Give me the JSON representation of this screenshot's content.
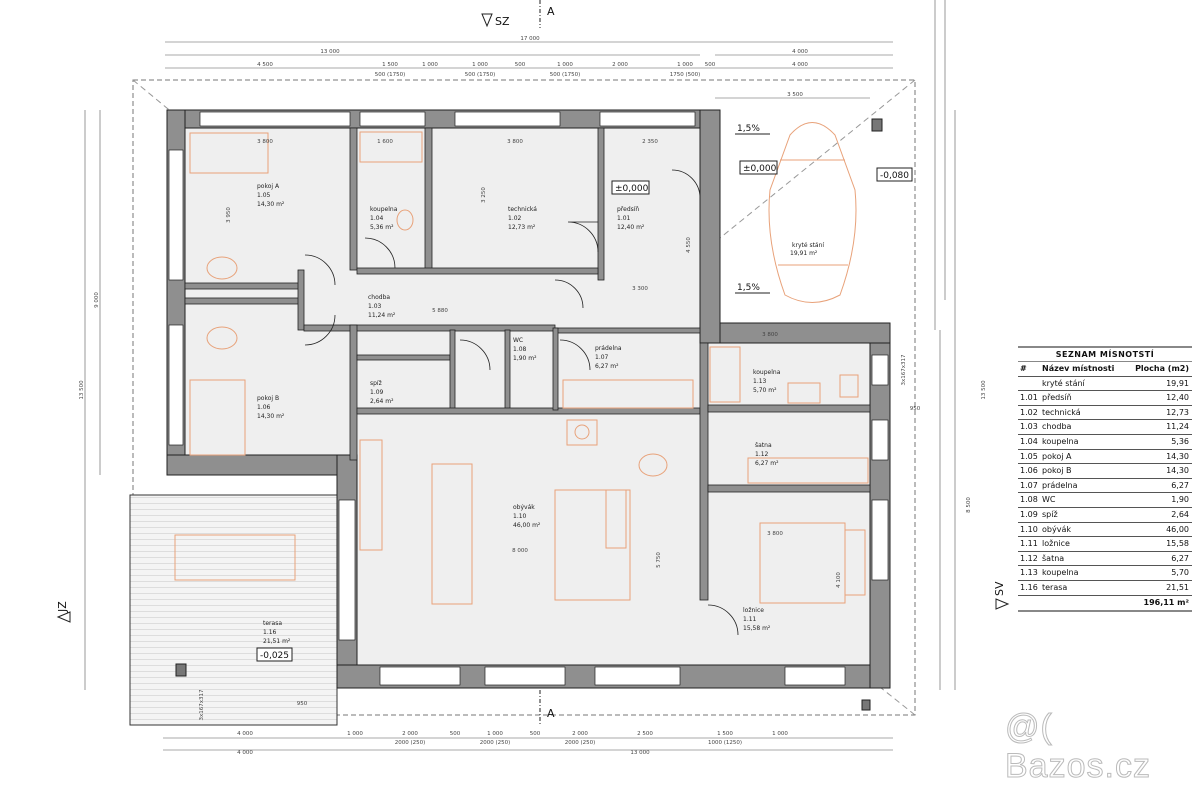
{
  "compass": {
    "top_marker": "SZ",
    "left_marker": "JZ",
    "right_marker": "SV",
    "section_top": "A",
    "section_bottom": "A"
  },
  "rooms": {
    "pokoj_a": {
      "name": "pokoj A",
      "num": "1.05",
      "area": "14,30 m²"
    },
    "koupelna_104": {
      "name": "koupelna",
      "num": "1.04",
      "area": "5,36 m²"
    },
    "technicka": {
      "name": "technická",
      "num": "1.02",
      "area": "12,73 m²"
    },
    "predsin": {
      "name": "předsíň",
      "num": "1.01",
      "area": "12,40 m²"
    },
    "chodba": {
      "name": "chodba",
      "num": "1.03",
      "area": "11,24 m²"
    },
    "wc": {
      "name": "WC",
      "num": "1.08",
      "area": "1,90 m²"
    },
    "pradelna": {
      "name": "prádelna",
      "num": "1.07",
      "area": "6,27 m²"
    },
    "spiz": {
      "name": "spíž",
      "num": "1.09",
      "area": "2,64 m²"
    },
    "pokoj_b": {
      "name": "pokoj B",
      "num": "1.06",
      "area": "14,30 m²"
    },
    "koupelna_113": {
      "name": "koupelna",
      "num": "1.13",
      "area": "5,70 m²"
    },
    "satna": {
      "name": "šatna",
      "num": "1.12",
      "area": "6,27 m²"
    },
    "obyvak": {
      "name": "obývák",
      "num": "1.10",
      "area": "46,00 m²"
    },
    "loznice": {
      "name": "ložnice",
      "num": "1.11",
      "area": "15,58 m²"
    },
    "terasa": {
      "name": "terasa",
      "num": "1.16",
      "area": "21,51 m²"
    },
    "kryte_stani": {
      "name": "kryté stání",
      "area": "19,91 m²"
    }
  },
  "levels": {
    "entry": "±0,000",
    "carport": "±0,000",
    "outside": "-0,080",
    "terrace": "-0,025",
    "slope_top": "1,5%",
    "slope_bottom": "1,5%"
  },
  "dimensions": {
    "top_total": "17 000",
    "top_house": "13 000",
    "top_carport": "4 000",
    "top_chain": [
      "4 500",
      "1 500",
      "1 000",
      "1 000",
      "500",
      "1 000",
      "2 000",
      "1 000",
      "500",
      "4 000"
    ],
    "top_chain_sub": [
      "500 (1750)",
      "500 (1750)",
      "500 (1750)",
      "1750 (500)"
    ],
    "carport_inner": "3 500",
    "bottom_chain": [
      "4 000",
      "1 000",
      "2 000",
      "500",
      "1 000",
      "500",
      "2 000",
      "2 500",
      "1 500",
      "1 000"
    ],
    "bottom_chain_sub": [
      "2000 (250)",
      "2000 (250)",
      "2000 (250)",
      "1000 (1250)"
    ],
    "bottom_total_left": "4 000",
    "bottom_total": "13 000",
    "left_total": "13 500",
    "left_part": "9 000",
    "right_total": "13 500",
    "right_part": "8 500",
    "interior": [
      "3 800",
      "1 600",
      "3 800",
      "2 350",
      "5 880",
      "3 300",
      "8 000",
      "3 800",
      "3 800",
      "5 750",
      "4 100",
      "3 950",
      "3 250",
      "4 550"
    ],
    "stairs_top": "3x167x317",
    "stairs_bottom": "3x167x317",
    "side_950_top": "950",
    "side_950_bottom": "950"
  },
  "room_table": {
    "title": "SEZNAM MÍSNOTSTÍ",
    "headers": [
      "#",
      "Název místnosti",
      "Plocha (m2)"
    ],
    "rows": [
      [
        "",
        "kryté stání",
        "19,91"
      ],
      [
        "1.01",
        "předsíň",
        "12,40"
      ],
      [
        "1.02",
        "technická",
        "12,73"
      ],
      [
        "1.03",
        "chodba",
        "11,24"
      ],
      [
        "1.04",
        "koupelna",
        "5,36"
      ],
      [
        "1.05",
        "pokoj A",
        "14,30"
      ],
      [
        "1.06",
        "pokoj B",
        "14,30"
      ],
      [
        "1.07",
        "prádelna",
        "6,27"
      ],
      [
        "1.08",
        "WC",
        "1,90"
      ],
      [
        "1.09",
        "spíž",
        "2,64"
      ],
      [
        "1.10",
        "obývák",
        "46,00"
      ],
      [
        "1.11",
        "ložnice",
        "15,58"
      ],
      [
        "1.12",
        "šatna",
        "6,27"
      ],
      [
        "1.13",
        "koupelna",
        "5,70"
      ],
      [
        "1.16",
        "terasa",
        "21,51"
      ]
    ],
    "total": "196,11 m²"
  },
  "watermark": "@( Bazos.cz",
  "colors": {
    "wall": "#8f8f8f",
    "floor": "#efefef",
    "furniture": "#e8a27a",
    "line": "#333333"
  }
}
